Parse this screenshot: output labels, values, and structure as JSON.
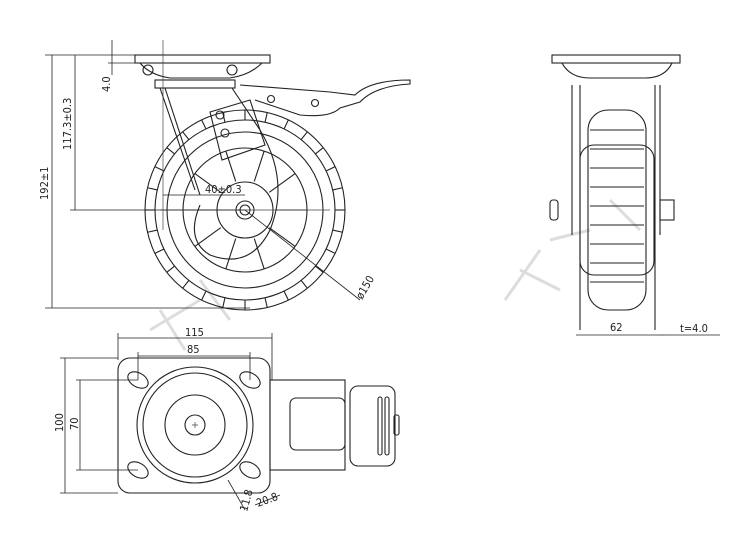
{
  "title": "Swivel caster with brake — technical drawing",
  "side_view": {
    "overall_height": "192±1",
    "axle_height": "117.3±0.3",
    "plate_thickness": "4.0",
    "offset": "40±0.3",
    "wheel_diameter": "ø150"
  },
  "front_view": {
    "wheel_width": "62",
    "thickness": "t=4.0"
  },
  "top_view": {
    "plate_length": "115",
    "hole_spacing_length": "85",
    "plate_width": "100",
    "hole_spacing_width": "70",
    "slot_width": "11.8",
    "slot_length": "20.8"
  },
  "watermark": "蔡"
}
